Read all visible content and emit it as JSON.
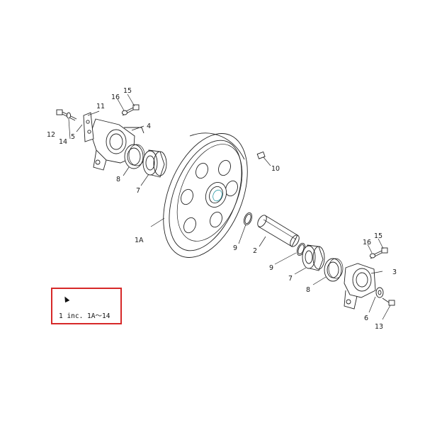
{
  "labels": {
    "p1A": "1A",
    "p2": "2",
    "p3": "3",
    "p4": "4",
    "p5": "5",
    "p6": "6",
    "p7_top": "7",
    "p7_bottom": "7",
    "p8_top": "8",
    "p8_bottom": "8",
    "p9_top": "9",
    "p9_bottom": "9",
    "p10": "10",
    "p11": "11",
    "p12": "12",
    "p13": "13",
    "p14": "14",
    "p15_top": "15",
    "p15_bottom": "15",
    "p16_top": "16",
    "p16_bottom": "16"
  },
  "note": {
    "text": "1 inc. 1A～14",
    "border_color": "#d62828"
  }
}
